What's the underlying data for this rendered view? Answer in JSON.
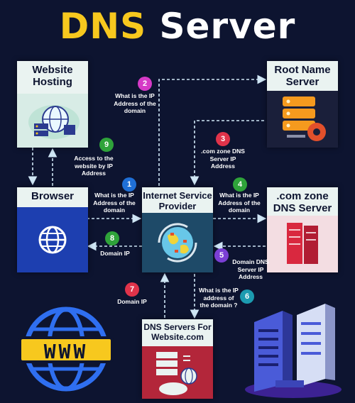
{
  "title": {
    "part1": "DNS",
    "part2": "Server"
  },
  "nodes": {
    "website_hosting": "Website Hosting",
    "root_name_server": "Root Name Server",
    "browser": "Browser",
    "isp": "Internet Service Provider",
    "com_zone": ".com zone DNS Server",
    "dns_servers_website": "DNS Servers For Website.com",
    "www_badge": "WWW"
  },
  "steps": [
    {
      "number": "1",
      "color": "#1f6fd6",
      "label": "What is the IP Address of the domain"
    },
    {
      "number": "2",
      "color": "#d63ac7",
      "label": "What is the IP Address of the domain"
    },
    {
      "number": "3",
      "color": "#e0334a",
      "label": ".com zone DNS Server IP Address"
    },
    {
      "number": "4",
      "color": "#2fa33a",
      "label": "What is the IP Address of the domain"
    },
    {
      "number": "5",
      "color": "#7b3fd4",
      "label": "Domain DNS Server IP Address"
    },
    {
      "number": "6",
      "color": "#1c9bb0",
      "label": "What is the IP address of the domain ?"
    },
    {
      "number": "7",
      "color": "#e0334a",
      "label": "Domain IP"
    },
    {
      "number": "8",
      "color": "#2fa33a",
      "label": "Domain IP"
    },
    {
      "number": "9",
      "color": "#2fa33a",
      "label": "Access to the website by IP Address"
    }
  ]
}
